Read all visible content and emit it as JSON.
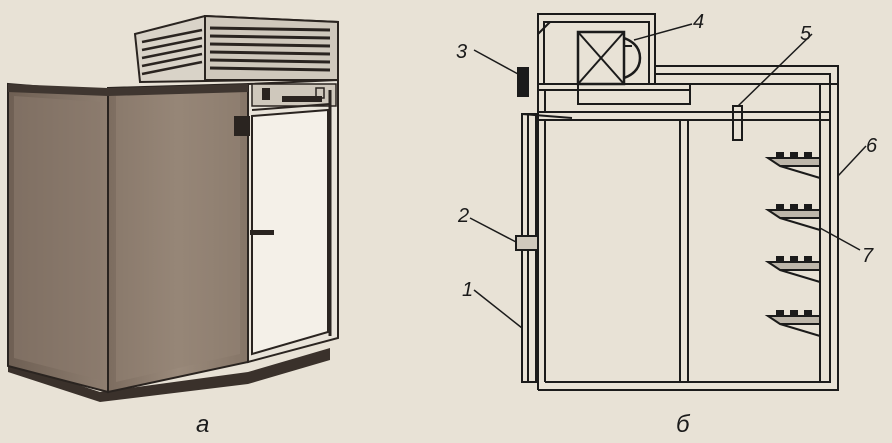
{
  "figure_a": {
    "caption": "а"
  },
  "figure_b": {
    "caption": "б",
    "callouts": [
      "1",
      "2",
      "3",
      "4",
      "5",
      "6",
      "7"
    ]
  },
  "colors": {
    "paper": "#e8e2d6",
    "ink": "#1b1b1b",
    "cabinet_body": "#8f7e6f",
    "cabinet_dark": "#3f3630",
    "door_light": "#f2eee6"
  }
}
